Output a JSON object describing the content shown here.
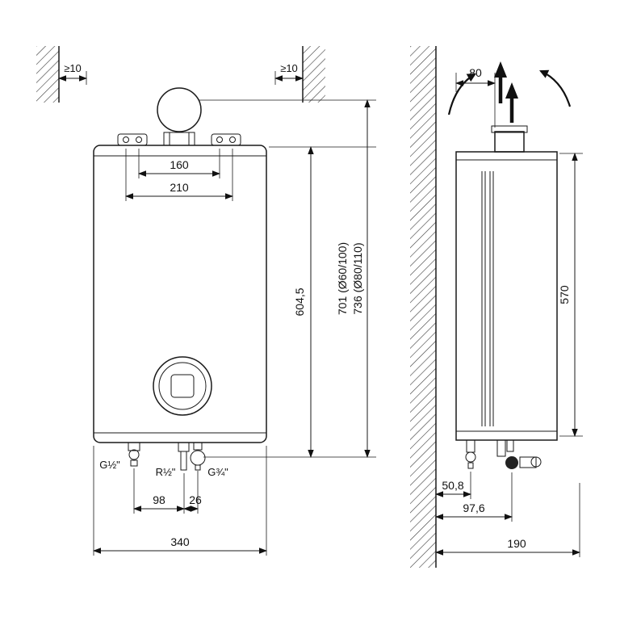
{
  "front_view": {
    "clearance_left": "≥10",
    "clearance_right": "≥10",
    "dim_flue_spacing_inner": "160",
    "dim_flue_spacing_outer": "210",
    "dim_height_unit": "604,5",
    "dim_height_flue_60_100": "701 (Ø60/100)",
    "dim_height_flue_80_110": "736 (Ø80/110)",
    "label_connection_g12": "G½\"",
    "label_connection_r12": "R½\"",
    "label_connection_g34": "G¾\"",
    "dim_connection_spacing_98": "98",
    "dim_connection_spacing_26": "26",
    "dim_width": "340"
  },
  "side_view": {
    "dim_flue_offset": "80",
    "dim_height_body": "570",
    "dim_pipe_offset_50_8": "50,8",
    "dim_pipe_offset_97_6": "97,6",
    "dim_depth": "190"
  }
}
